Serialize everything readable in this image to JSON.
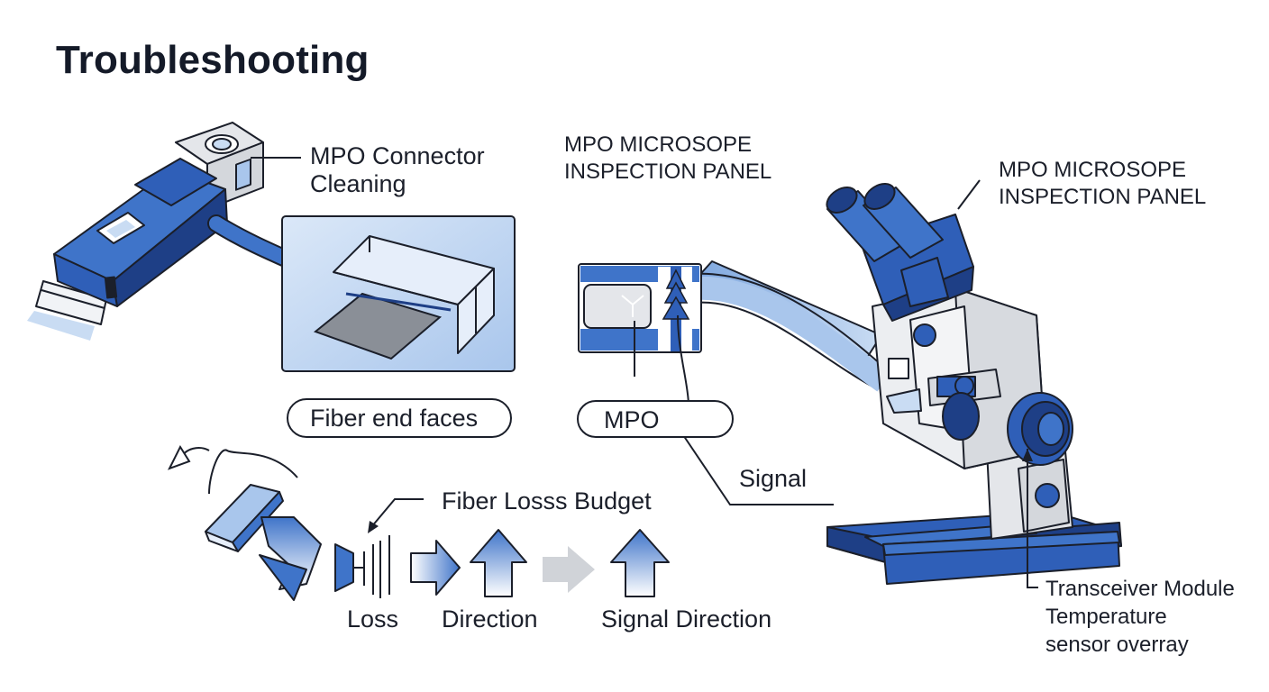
{
  "title": "Troubleshooting",
  "labels": {
    "connector_cleaning": [
      "MPO Connector",
      "Cleaning"
    ],
    "inspection_panel_center": [
      "MPO MICROSOPE",
      "INSPECTION PANEL"
    ],
    "inspection_panel_right": [
      "MPO MICROSOPE",
      "INSPECTION PANEL"
    ],
    "fiber_end_faces": "Fiber end faces",
    "mpo": "MPO",
    "signal": "Signal",
    "fiber_loss_budget": "Fiber Losss Budget",
    "loss": "Loss",
    "direction": "Direction",
    "signal_direction": "Signal Direction",
    "transceiver": [
      "Transceiver Module",
      "Temperature",
      "sensor overray"
    ]
  },
  "colors": {
    "primary_blue": "#2f5fb8",
    "dark_blue": "#1e3f86",
    "light_blue": "#c9dcf3",
    "pale_blue": "#e6eefa",
    "grey": "#e4e6ea",
    "outline": "#1b1f2a"
  }
}
